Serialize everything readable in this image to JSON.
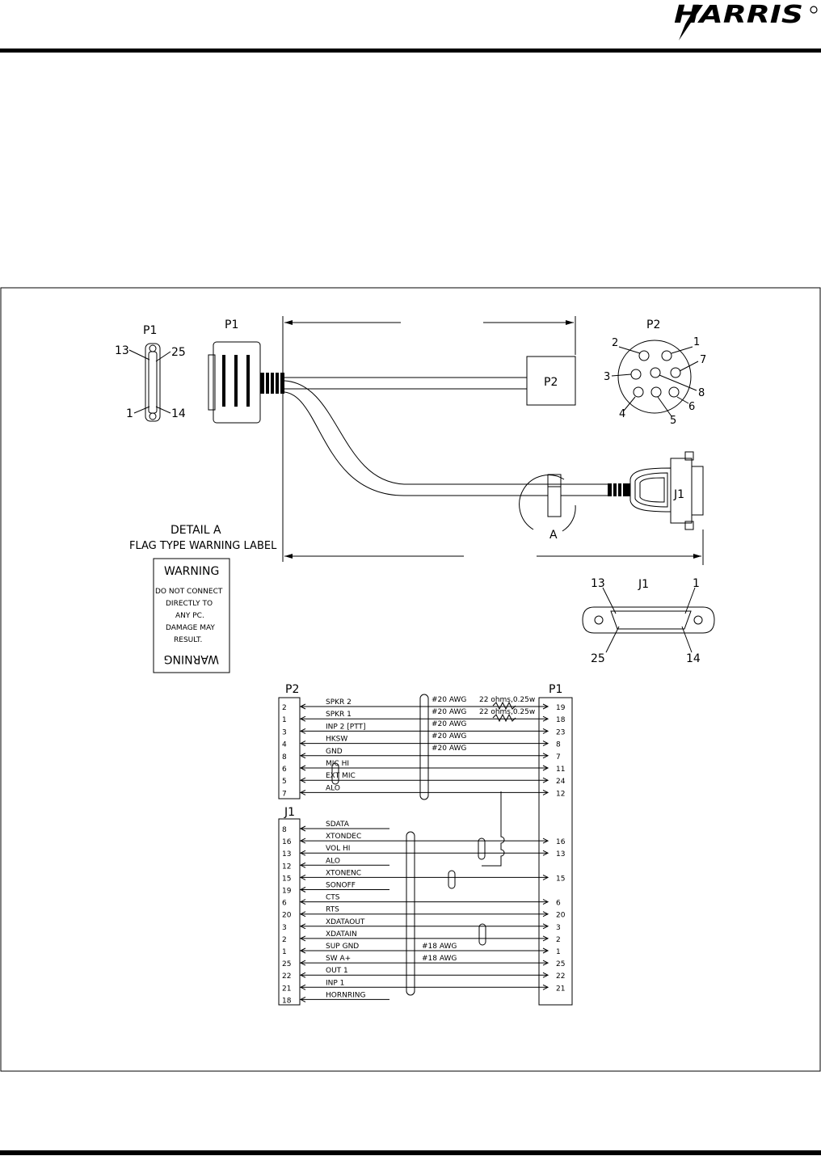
{
  "header": {
    "brand": "HARRIS"
  },
  "labels": {
    "p1": "P1",
    "p2": "P2",
    "j1": "J1",
    "detail_marker": "A",
    "p1_face_pins": [
      "13",
      "25",
      "1",
      "14"
    ],
    "p2_face_pins": [
      "1",
      "2",
      "3",
      "4",
      "5",
      "6",
      "7",
      "8"
    ],
    "j1_face_pins": [
      "13",
      "1",
      "25",
      "14"
    ]
  },
  "detail": {
    "title": "DETAIL A",
    "subtitle": "FLAG TYPE WARNING LABEL",
    "warning_title": "WARNING",
    "warning_lines": [
      "DO NOT CONNECT",
      "DIRECTLY TO",
      "ANY PC.",
      "DAMAGE MAY",
      "RESULT."
    ],
    "warning_mirrored": "WARNING"
  },
  "schematic": {
    "left_top_header": "P2",
    "left_bottom_header": "J1",
    "right_header": "P1",
    "p2_rows": [
      {
        "pin": "2",
        "signal": "SPKR 2",
        "p1_pin": "19"
      },
      {
        "pin": "1",
        "signal": "SPKR 1",
        "p1_pin": "18"
      },
      {
        "pin": "3",
        "signal": "INP 2 [PTT]",
        "p1_pin": "23"
      },
      {
        "pin": "4",
        "signal": "HKSW",
        "p1_pin": "8"
      },
      {
        "pin": "8",
        "signal": "GND",
        "p1_pin": "7"
      },
      {
        "pin": "6",
        "signal": "MIC HI",
        "p1_pin": "11"
      },
      {
        "pin": "5",
        "signal": "EXT MIC",
        "p1_pin": "24"
      },
      {
        "pin": "7",
        "signal": "ALO",
        "p1_pin": "12"
      }
    ],
    "j1_rows": [
      {
        "pin": "8",
        "signal": "SDATA",
        "p1_pin": ""
      },
      {
        "pin": "16",
        "signal": "XTONDEC",
        "p1_pin": "16"
      },
      {
        "pin": "13",
        "signal": "VOL HI",
        "p1_pin": "13"
      },
      {
        "pin": "12",
        "signal": "ALO",
        "p1_pin": ""
      },
      {
        "pin": "15",
        "signal": "XTONENC",
        "p1_pin": "15"
      },
      {
        "pin": "19",
        "signal": "SONOFF",
        "p1_pin": ""
      },
      {
        "pin": "6",
        "signal": "CTS",
        "p1_pin": "6"
      },
      {
        "pin": "20",
        "signal": "RTS",
        "p1_pin": "20"
      },
      {
        "pin": "3",
        "signal": "XDATAOUT",
        "p1_pin": "3"
      },
      {
        "pin": "2",
        "signal": "XDATAIN",
        "p1_pin": "2"
      },
      {
        "pin": "1",
        "signal": "SUP GND",
        "p1_pin": "1"
      },
      {
        "pin": "25",
        "signal": "SW A+",
        "p1_pin": "25"
      },
      {
        "pin": "22",
        "signal": "OUT 1",
        "p1_pin": "22"
      },
      {
        "pin": "21",
        "signal": "INP 1",
        "p1_pin": "21"
      },
      {
        "pin": "18",
        "signal": "HORNRING",
        "p1_pin": ""
      }
    ],
    "awg20": "#20 AWG",
    "awg18": "#18 AWG",
    "resistor": "22 ohms,0.25w"
  }
}
